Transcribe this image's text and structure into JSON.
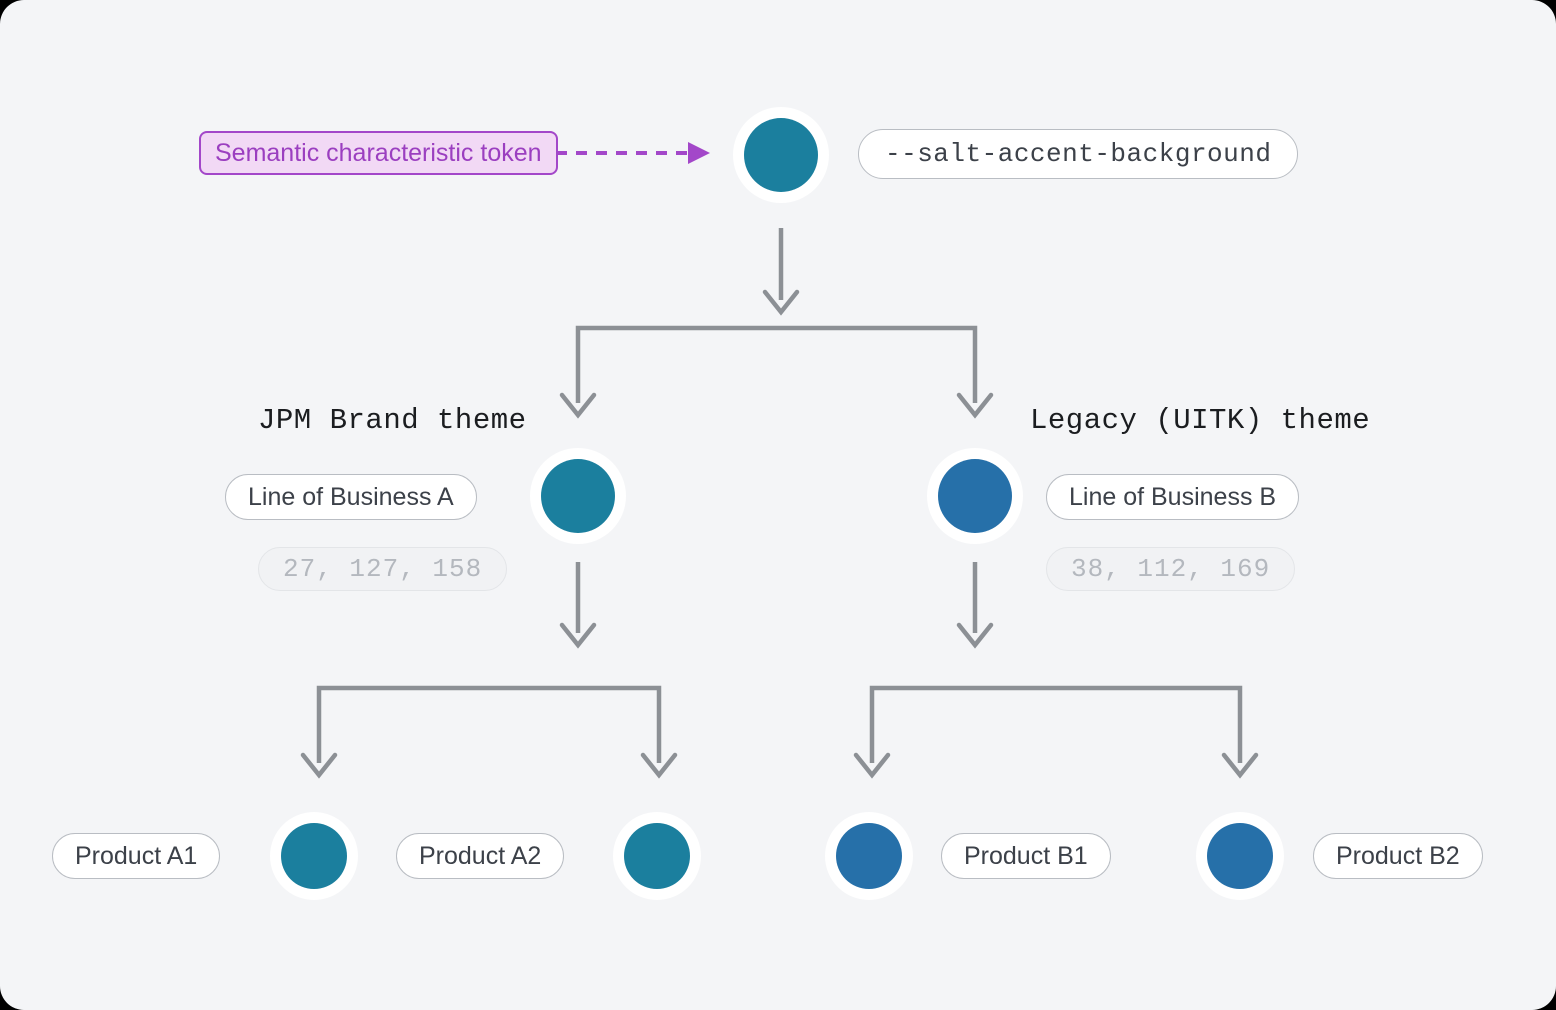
{
  "page": {
    "background_color": "#f4f5f7",
    "title": "Salt accent background token theme hierarchy"
  },
  "colors": {
    "teal": "#1b7f9e",
    "blue": "#2670a9",
    "wire": "#8c9095",
    "token_accent": "#a347c9",
    "token_fill": "#f2d9f5",
    "pill_border": "#b9bdc3",
    "pill_text": "#3c4149",
    "rgb_text": "#b4b8be"
  },
  "annotation": {
    "label": "Semantic characteristic token",
    "arrow_style": "dashed",
    "arrow_color": "#a347c9"
  },
  "root": {
    "token_name": "--salt-accent-background",
    "swatch_color": "#1b7f9e",
    "swatch_name": "root-accent-swatch"
  },
  "themes": [
    {
      "name": "JPM Brand theme",
      "lob_label": "Line of Business A",
      "rgb_label": "27, 127, 158",
      "rgb": [
        27,
        127,
        158
      ],
      "swatch_color": "#1b7f9e",
      "products": [
        {
          "label": "Product A1",
          "swatch_color": "#1b7f9e"
        },
        {
          "label": "Product A2",
          "swatch_color": "#1b7f9e"
        }
      ]
    },
    {
      "name": "Legacy (UITK) theme",
      "lob_label": "Line of Business B",
      "rgb_label": "38, 112, 169",
      "rgb": [
        38,
        112,
        169
      ],
      "swatch_color": "#2670a9",
      "products": [
        {
          "label": "Product B1",
          "swatch_color": "#2670a9"
        },
        {
          "label": "Product B2",
          "swatch_color": "#2670a9"
        }
      ]
    }
  ]
}
